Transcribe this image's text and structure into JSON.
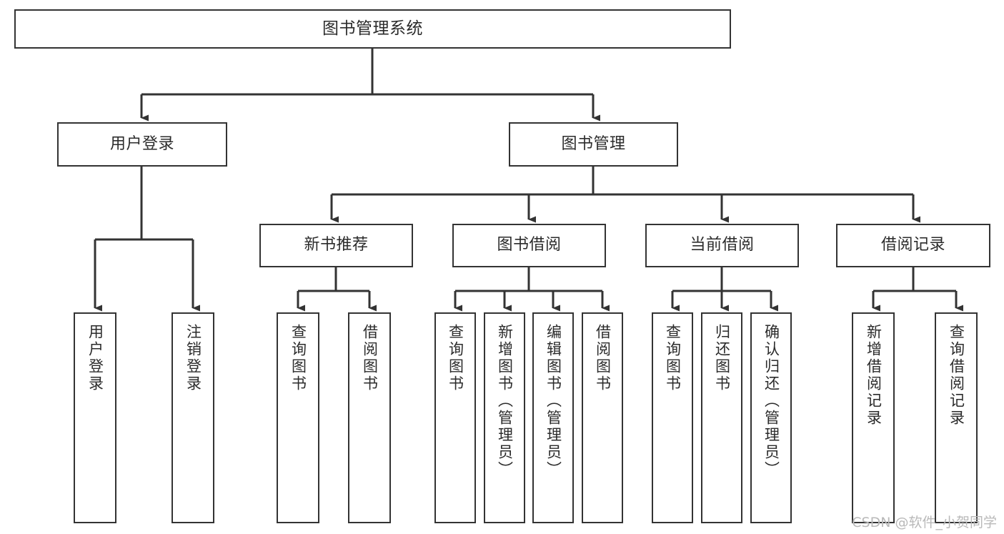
{
  "diagram": {
    "type": "tree",
    "title": "图书管理系统",
    "orientation": "top-down",
    "stroke_color": "#333333",
    "fill_color": "#ffffff",
    "text_color": "#2b2b2b",
    "background": "#ffffff"
  },
  "watermark": {
    "text": "CSDN @软件_小贺同学",
    "color": "#b9b9b9"
  },
  "nodes": {
    "root": {
      "label": "图书管理系统"
    },
    "level1": [
      {
        "id": "user-login",
        "label": "用户登录"
      },
      {
        "id": "book-manage",
        "label": "图书管理"
      }
    ],
    "level2": [
      {
        "id": "new-book-recommend",
        "label": "新书推荐"
      },
      {
        "id": "book-borrow",
        "label": "图书借阅"
      },
      {
        "id": "current-borrow",
        "label": "当前借阅"
      },
      {
        "id": "borrow-record",
        "label": "借阅记录"
      }
    ],
    "leaves": {
      "user-login": [
        {
          "id": "leaf-user-login",
          "label": "用户登录"
        },
        {
          "id": "leaf-logout",
          "label": "注销登录"
        }
      ],
      "new-book-recommend": [
        {
          "id": "leaf-query-book-1",
          "label": "查询图书"
        },
        {
          "id": "leaf-borrow-book-1",
          "label": "借阅图书"
        }
      ],
      "book-borrow": [
        {
          "id": "leaf-query-book-2",
          "label": "查询图书"
        },
        {
          "id": "leaf-add-book",
          "label": "新增图书（管理员）"
        },
        {
          "id": "leaf-edit-book",
          "label": "编辑图书（管理员）"
        },
        {
          "id": "leaf-borrow-book-2",
          "label": "借阅图书"
        }
      ],
      "current-borrow": [
        {
          "id": "leaf-query-book-3",
          "label": "查询图书"
        },
        {
          "id": "leaf-return-book",
          "label": "归还图书"
        },
        {
          "id": "leaf-confirm-return",
          "label": "确认归还（管理员）"
        }
      ],
      "borrow-record": [
        {
          "id": "leaf-add-record",
          "label": "新增借阅记录"
        },
        {
          "id": "leaf-query-record",
          "label": "查询借阅记录"
        }
      ]
    }
  }
}
